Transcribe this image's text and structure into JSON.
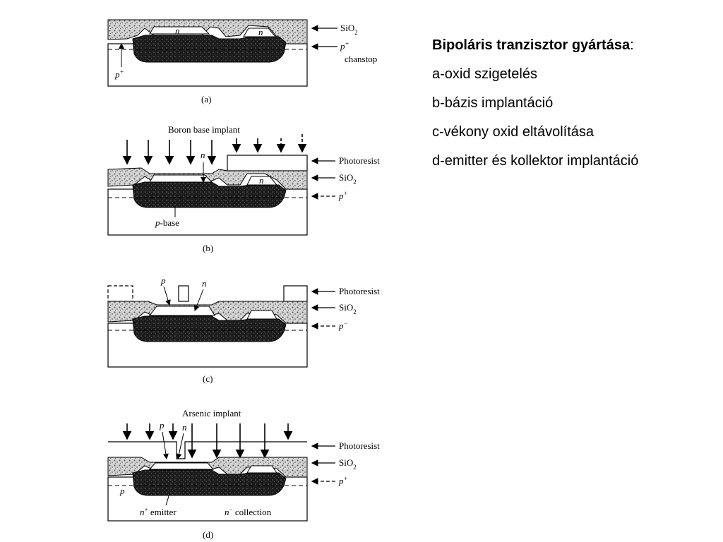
{
  "text_panel": {
    "title": "Bipoláris tranzisztor gyártása",
    "title_suffix": ":",
    "steps": [
      "a-oxid szigetelés",
      "b-bázis implantáció",
      "c-vékony oxid eltávolítása",
      "d-emitter és kollektor implantáció"
    ]
  },
  "panels": {
    "a": {
      "caption": "(a)",
      "labels": {
        "sio2": "SiO",
        "sio2_sub": "2",
        "pplus": "p",
        "pplus_sup": "+",
        "chanstop": "chanstop",
        "p_left": "p",
        "p_left_sup": "+",
        "n1": "n",
        "n2": "n"
      }
    },
    "b": {
      "caption": "(b)",
      "labels": {
        "implant": "Boron base implant",
        "photoresist": "Photoresist",
        "sio2": "SiO",
        "sio2_sub": "2",
        "p": "p",
        "p_sup": "+",
        "n_pointer": "n",
        "n_region": "n",
        "pbase": "-base",
        "pbase_p": "p"
      }
    },
    "c": {
      "caption": "(c)",
      "labels": {
        "photoresist": "Photoresist",
        "sio2": "SiO",
        "sio2_sub": "2",
        "p": "p",
        "p_sup": "−",
        "p_pointer": "p",
        "n_pointer": "n"
      }
    },
    "d": {
      "caption": "(d)",
      "labels": {
        "implant": "Arsenic implant",
        "photoresist": "Photoresist",
        "sio2": "SiO",
        "sio2_sub": "2",
        "p": "p",
        "p_sup": "+",
        "p_pointer": "p",
        "n_pointer": "n",
        "p_left": "p",
        "emitter": " emitter",
        "emitter_n": "n",
        "emitter_sup": "+",
        "collection": " collection",
        "collection_n": "n",
        "collection_sup": "−"
      }
    }
  },
  "colors": {
    "ink": "#000000",
    "oxide_speckle": "#bdbdbd",
    "doped_region": "#1e1e1e",
    "background": "#ffffff"
  }
}
